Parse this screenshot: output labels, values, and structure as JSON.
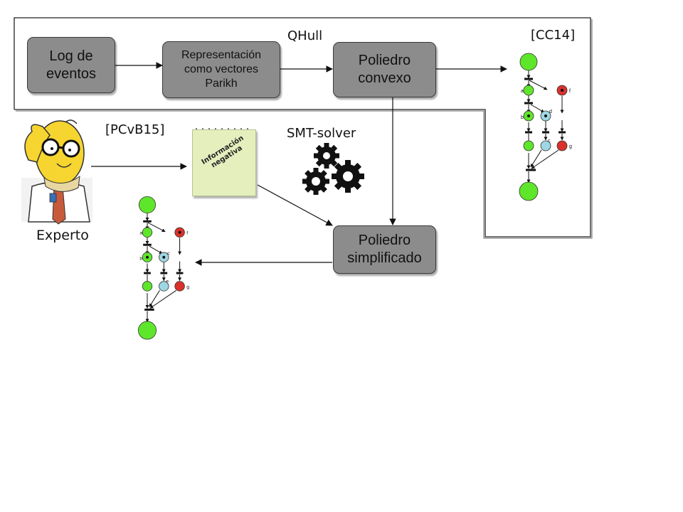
{
  "boxes": {
    "log": [
      "Log de",
      "eventos"
    ],
    "parikh": [
      "Representación",
      "como vectores",
      "Parikh"
    ],
    "convexo": [
      "Poliedro",
      "convexo"
    ],
    "simplificado": [
      "Poliedro",
      "simplificado"
    ]
  },
  "labels": {
    "qhull": "QHull",
    "cc14": "[CC14]",
    "pcvb15": "[PCvB15]",
    "smt": "SMT-solver",
    "experto": "Experto"
  },
  "note": [
    "Información",
    "negativa"
  ],
  "petri_top": {
    "places": [
      "a",
      "b",
      "c",
      "d",
      "f",
      "g"
    ]
  },
  "petri_bottom": {
    "places": [
      "a",
      "b",
      "c",
      "e",
      "f",
      "g"
    ]
  },
  "colors": {
    "box_fill": "#8c8c8c",
    "place_green": "#5ee62a",
    "place_red": "#d9312b",
    "place_blue": "#9fd6e3"
  },
  "icons": [
    "expert-character-icon",
    "gears-icon",
    "notepad-icon"
  ]
}
